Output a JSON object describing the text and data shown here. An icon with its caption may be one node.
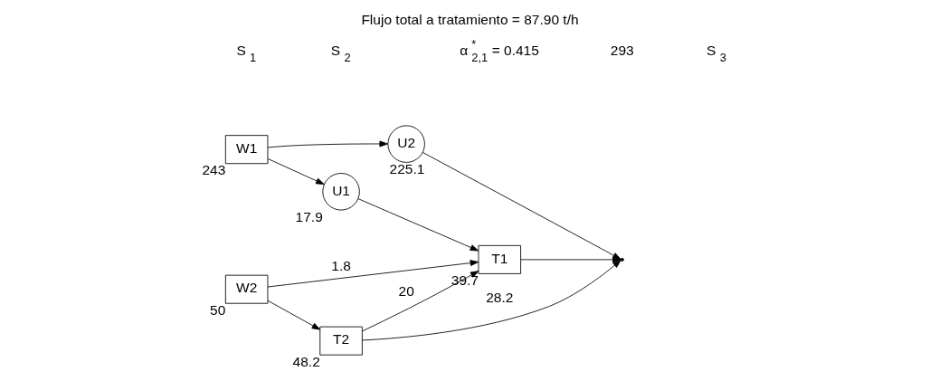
{
  "diagram": {
    "title": "Flujo total a tratamiento = 87.90 t/h",
    "nodes": [
      {
        "text": [
          "W1"
        ],
        "beside": [
          "243"
        ]
      },
      {
        "text": [
          "U1"
        ],
        "beside": [
          "17.9"
        ]
      },
      {
        "text": [
          "U2"
        ],
        "beside": [
          "225.1"
        ]
      },
      {
        "text": [
          "T2"
        ],
        "beside": [
          "48.2"
        ]
      },
      {
        "text": [
          "W2"
        ],
        "beside": [
          "50"
        ]
      },
      {
        "text": [
          "T1"
        ],
        "beside": [
          "39.7"
        ]
      }
    ],
    "edges": [
      {
        "from": 0,
        "to": 1,
        "arrow": "to"
      },
      {
        "from": 0,
        "to": 2,
        "arrow": "to"
      },
      {
        "from": 1,
        "to": 5,
        "arrow": "to"
      },
      {
        "from": 4,
        "to": 3,
        "arrow": "to"
      },
      {
        "from": 4,
        "to": 5,
        "arrow": "to",
        "label": "1.8"
      },
      {
        "from": 3,
        "to": null,
        "arrow": "to",
        "label": "28.2"
      },
      {
        "from": 3,
        "to": 5,
        "arrow": "to",
        "label": "20"
      },
      {
        "from": 2,
        "to": null,
        "arrow": "to"
      },
      {
        "from": 5,
        "to": null,
        "arrow": "to"
      }
    ],
    "labels": [
      "S$_{1}$",
      "S$_{2}$",
      "α$^{*}$$_{2,1}$ = 0.415",
      "293",
      "S$_{3}$"
    ]
  }
}
